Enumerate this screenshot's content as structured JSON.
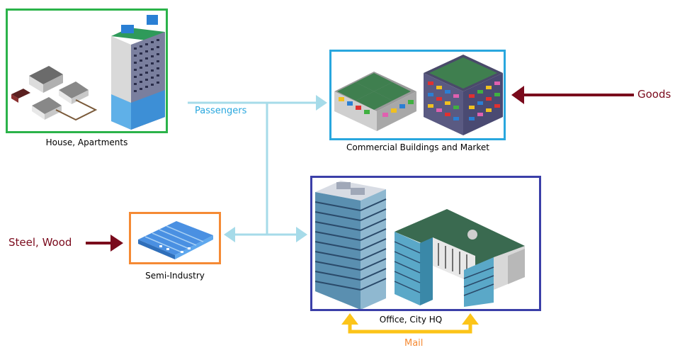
{
  "nodes": {
    "residential": {
      "label": "House, Apartments",
      "border_color": "#2bb34a"
    },
    "commercial": {
      "label": "Commercial Buildings and Market",
      "border_color": "#29a7de"
    },
    "industry": {
      "label": "Semi-Industry",
      "border_color": "#f58a34"
    },
    "office": {
      "label": "Office, City HQ",
      "border_color": "#3b3fa8"
    }
  },
  "flows": {
    "passengers": {
      "label": "Passengers",
      "color": "#a6dbe9",
      "text_color": "#29a7de"
    },
    "goods": {
      "label": "Goods",
      "color": "#7a0a1c"
    },
    "steel_wood": {
      "label": "Steel, Wood",
      "color": "#7a0a1c"
    },
    "mail": {
      "label": "Mail",
      "color": "#fcc419",
      "text_color": "#f58a34"
    }
  }
}
